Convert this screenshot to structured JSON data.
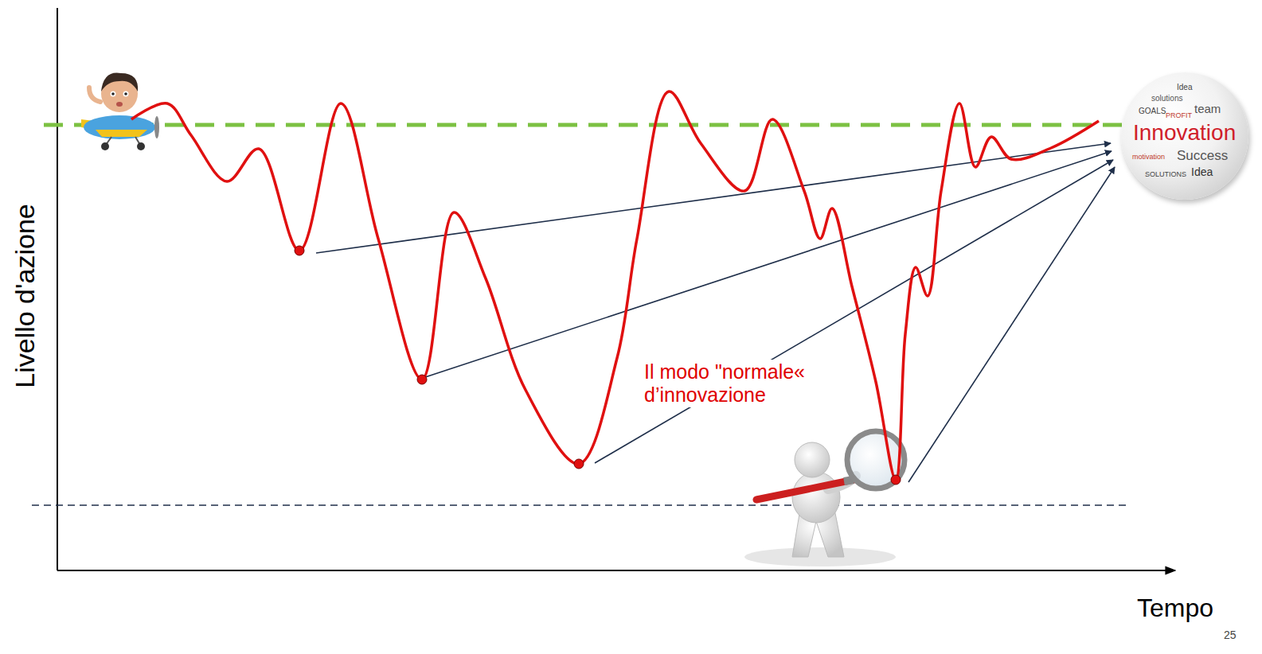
{
  "diagram": {
    "nodes": [
      {
        "text": [
          "Innovation",
          "Success",
          "Idea",
          "team",
          "GOALS",
          "PROFIT",
          "solutions",
          "SOLUTIONS",
          "motivation",
          "Idea"
        ]
      }
    ],
    "labels": [
      "Livello d'azione",
      "Tempo",
      "Il modo \"normale« d’innovazione",
      "25"
    ]
  }
}
